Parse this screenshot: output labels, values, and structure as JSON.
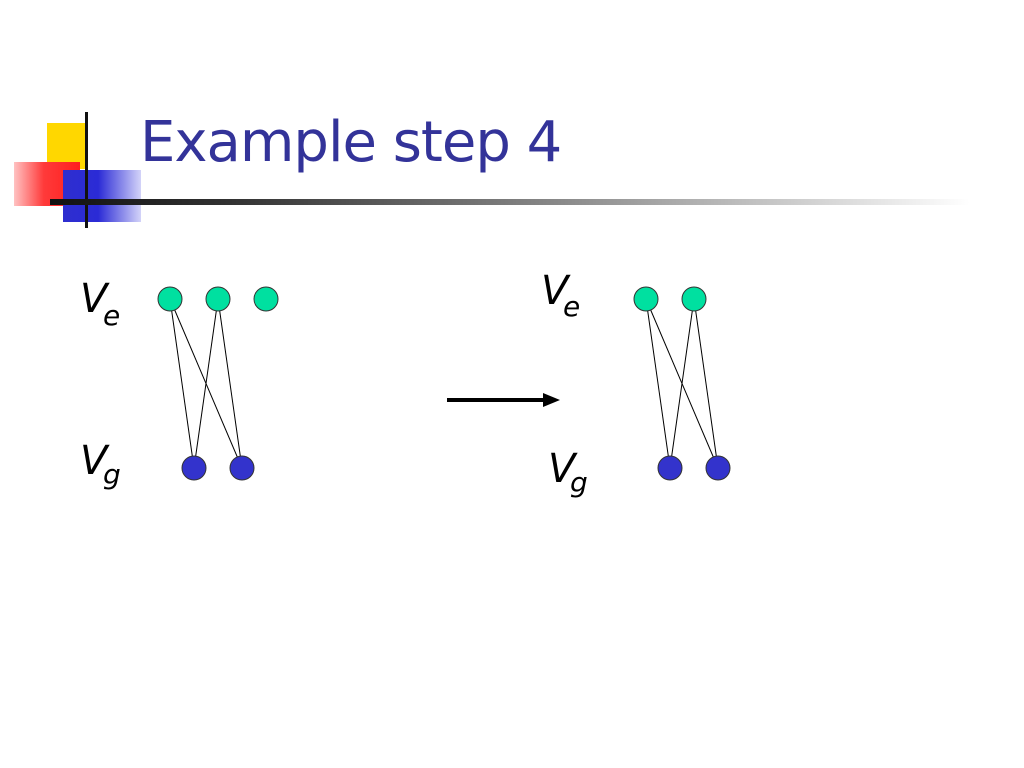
{
  "slide": {
    "title": "Example step 4"
  },
  "diagram": {
    "colors": {
      "ve_node": "#00e0a0",
      "vg_node": "#3333cc",
      "title": "#333399"
    },
    "left_graph": {
      "ve_label": "V",
      "ve_subscript": "e",
      "vg_label": "V",
      "vg_subscript": "g",
      "ve_node_count": 3,
      "vg_node_count": 2
    },
    "right_graph": {
      "ve_label": "V",
      "ve_subscript": "e",
      "vg_label": "V",
      "vg_subscript": "g",
      "ve_node_count": 2,
      "vg_node_count": 2
    }
  }
}
